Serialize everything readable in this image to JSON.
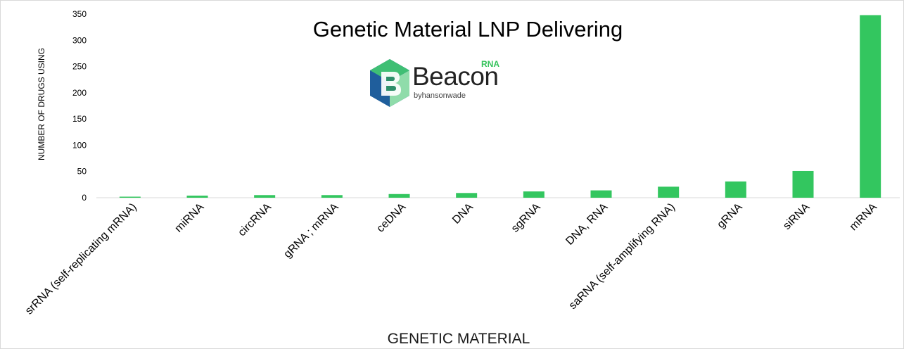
{
  "chart_data": {
    "type": "bar",
    "title": "Genetic Material LNP Delivering",
    "xlabel": "GENETIC MATERIAL",
    "ylabel": "NUMBER OF DRUGS USING",
    "ylim": [
      0,
      350
    ],
    "yticks": [
      0,
      50,
      100,
      150,
      200,
      250,
      300,
      350
    ],
    "grid": false,
    "legend": "none",
    "categories": [
      "srRNA (self-replicating mRNA)",
      "miRNA",
      "circRNA",
      "gRNA ; mRNA",
      "ceDNA",
      "DNA",
      "sgRNA",
      "DNA, RNA",
      "saRNA (self-amplifying RNA)",
      "gRNA",
      "siRNA",
      "mRNA"
    ],
    "series": [
      {
        "values": [
          2,
          4,
          5,
          5,
          7,
          9,
          12,
          14,
          21,
          31,
          51,
          348
        ]
      }
    ]
  },
  "logo": {
    "word": "Beacon",
    "badge": "RNA",
    "sub": "byhansonwade"
  },
  "colors": {
    "bar": "#33c65f",
    "axis": "#d9d9d9",
    "text": "#000000"
  }
}
